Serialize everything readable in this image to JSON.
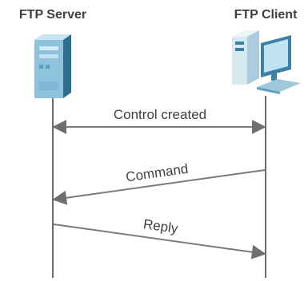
{
  "participants": {
    "server": {
      "label": "FTP Server",
      "icon": "server-tower-icon"
    },
    "client": {
      "label": "FTP Client",
      "icon": "desktop-computer-icon"
    }
  },
  "messages": [
    {
      "label": "Control created",
      "direction": "bidirectional"
    },
    {
      "label": "Command",
      "direction": "client-to-server"
    },
    {
      "label": "Reply",
      "direction": "server-to-client"
    }
  ],
  "colors": {
    "lifeline": "#6a6a6a",
    "arrow": "#7a7a7a",
    "text": "#3f3f3f",
    "server_front": "#8fc3dd",
    "server_side": "#2e6d8e",
    "server_top": "#c9e4f1",
    "monitor_frame": "#3d82a5",
    "monitor_screen": "#bfe3f3",
    "tower_body": "#d7e8f1"
  }
}
